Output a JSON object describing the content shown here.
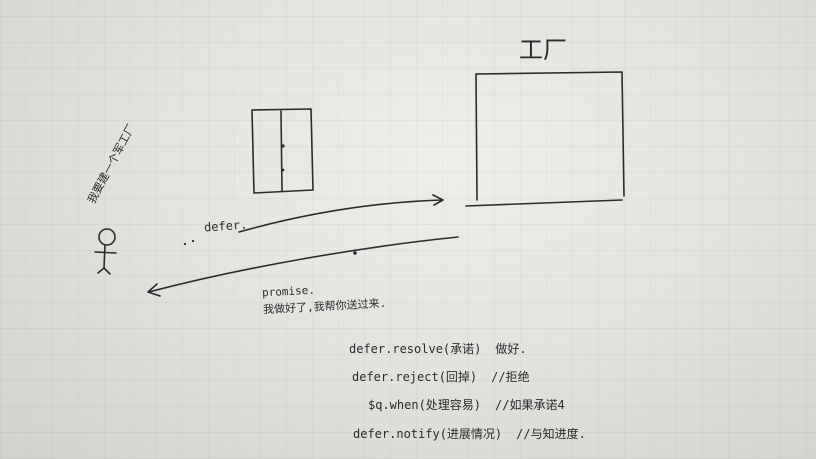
{
  "labels": {
    "factory": "工厂",
    "me": "我要建一个军工厂",
    "defer": "defer.",
    "promise": "promise.",
    "promise_note": "我做好了,我帮你送过来."
  },
  "code_lines": [
    {
      "code": "defer.resolve(承诺)",
      "comment": "做好."
    },
    {
      "code": "defer.reject(回掉)",
      "comment": "//拒绝"
    },
    {
      "code": "$q.when(处理容易)",
      "comment": "//如果承诺4"
    },
    {
      "code": "defer.notify(进展情况)",
      "comment": "//与知进度."
    }
  ],
  "colors": {
    "ink": "#2b2b2d",
    "paper": "#e6e5e1"
  }
}
